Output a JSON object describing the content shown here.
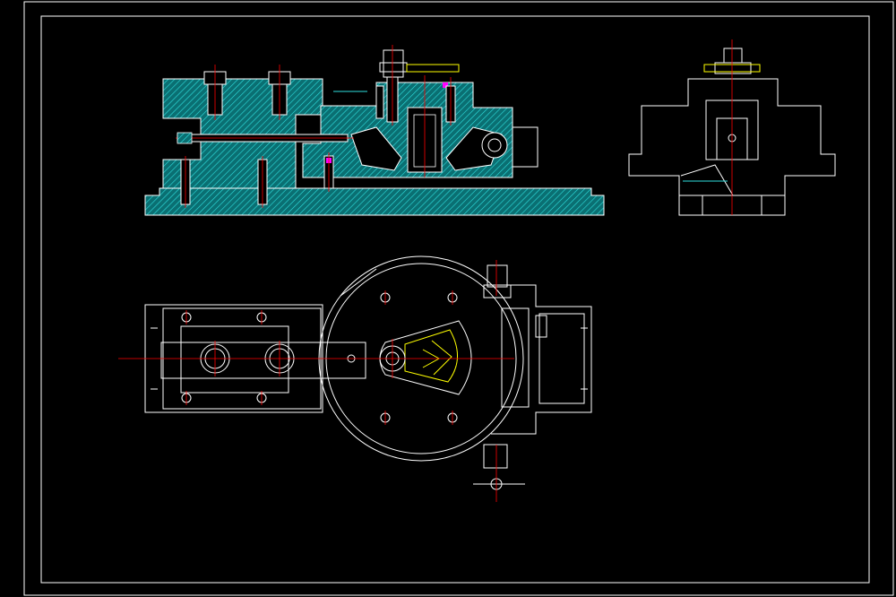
{
  "drawing": {
    "background": "#000000",
    "colors": {
      "outline": "#ffffff",
      "hatch": "#00c8c8",
      "centerline": "#ff0000",
      "highlight": "#ffff00",
      "marker": "#ff00ff"
    },
    "views": [
      "front-section",
      "side-view",
      "top-view"
    ]
  }
}
